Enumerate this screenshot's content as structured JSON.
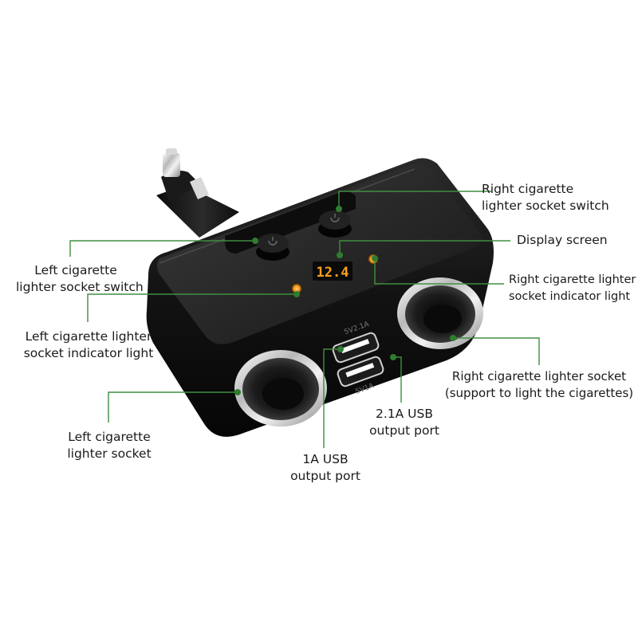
{
  "device": {
    "display_value": "12.4",
    "usb_top_marking": "5V2.1A",
    "usb_bottom_marking": "5V1A"
  },
  "callouts": {
    "right_switch": [
      "Right cigarette",
      "lighter socket switch"
    ],
    "display_screen": [
      "Display screen"
    ],
    "left_switch": [
      "Left cigarette",
      "lighter socket switch"
    ],
    "right_indicator": [
      "Right cigarette lighter",
      "socket indicator light"
    ],
    "left_indicator": [
      "Left cigarette lighter",
      "socket indicator light"
    ],
    "right_socket": [
      "Right cigarette lighter socket",
      "(support to light the cigarettes)"
    ],
    "usb_21a": [
      "2.1A USB",
      "output port"
    ],
    "left_socket": [
      "Left cigarette",
      "lighter socket"
    ],
    "usb_1a": [
      "1A USB",
      "output port"
    ]
  },
  "colors": {
    "leader_line": "#3f8f3f",
    "leader_dot": "#2f7d2f",
    "body": "#141414",
    "indicator": "#f39a1c",
    "display_digits": "#ff9f1a"
  }
}
